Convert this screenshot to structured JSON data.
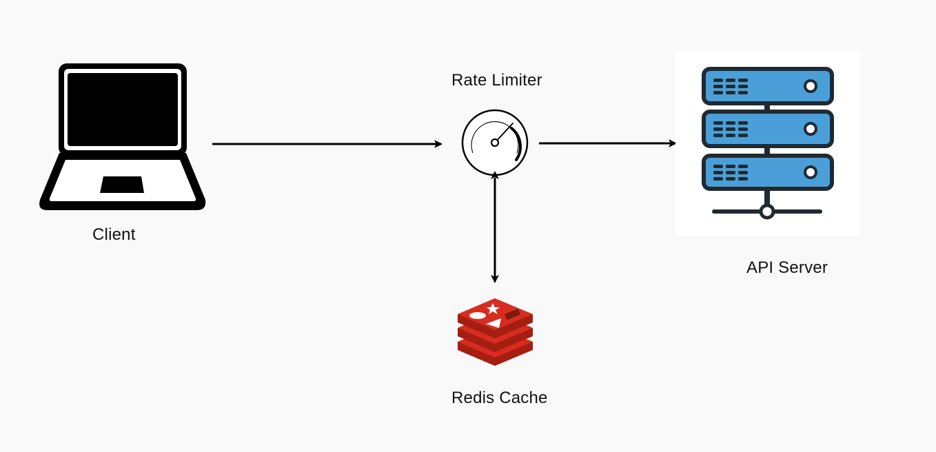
{
  "diagram": {
    "nodes": {
      "client": {
        "label": "Client",
        "icon": "laptop-icon"
      },
      "rate_limiter": {
        "label": "Rate Limiter",
        "icon": "gauge-icon"
      },
      "api_server": {
        "label": "API Server",
        "icon": "server-rack-icon"
      },
      "redis_cache": {
        "label": "Redis Cache",
        "icon": "redis-logo-icon"
      }
    },
    "edges": [
      {
        "from": "client",
        "to": "rate_limiter",
        "direction": "one-way"
      },
      {
        "from": "rate_limiter",
        "to": "api_server",
        "direction": "one-way"
      },
      {
        "from": "rate_limiter",
        "to": "redis_cache",
        "direction": "two-way"
      }
    ],
    "colors": {
      "background": "#f9f9f9",
      "line": "#000000",
      "server_fill": "#4a9fd8",
      "server_outline": "#1f2a33",
      "redis_red": "#d82c20",
      "redis_dark": "#a41e11"
    }
  }
}
